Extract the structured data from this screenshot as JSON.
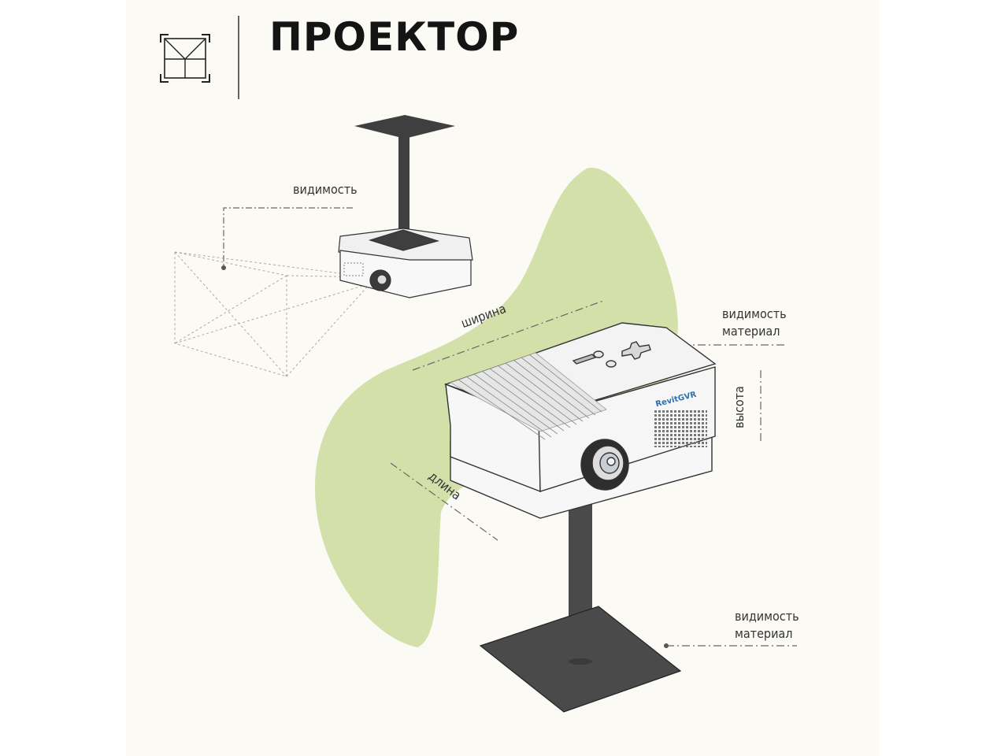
{
  "header": {
    "title": "ПРОЕКТОР",
    "logo_icon": "envelope-frame-icon"
  },
  "labels": {
    "small_visibility": "видимость",
    "width": "ширина",
    "length": "длина",
    "height": "высота",
    "top_visibility": "видимость",
    "top_material": "материал",
    "base_visibility": "видимость",
    "base_material": "материал"
  },
  "brand": "RevitGVR",
  "colors": {
    "background": "#fbfaf5",
    "green_blob": "#d3e0a9",
    "stand": "#4a4a4a",
    "projector_body": "#f4f4f4",
    "outline": "#333333",
    "brand": "#2d6fb0"
  }
}
